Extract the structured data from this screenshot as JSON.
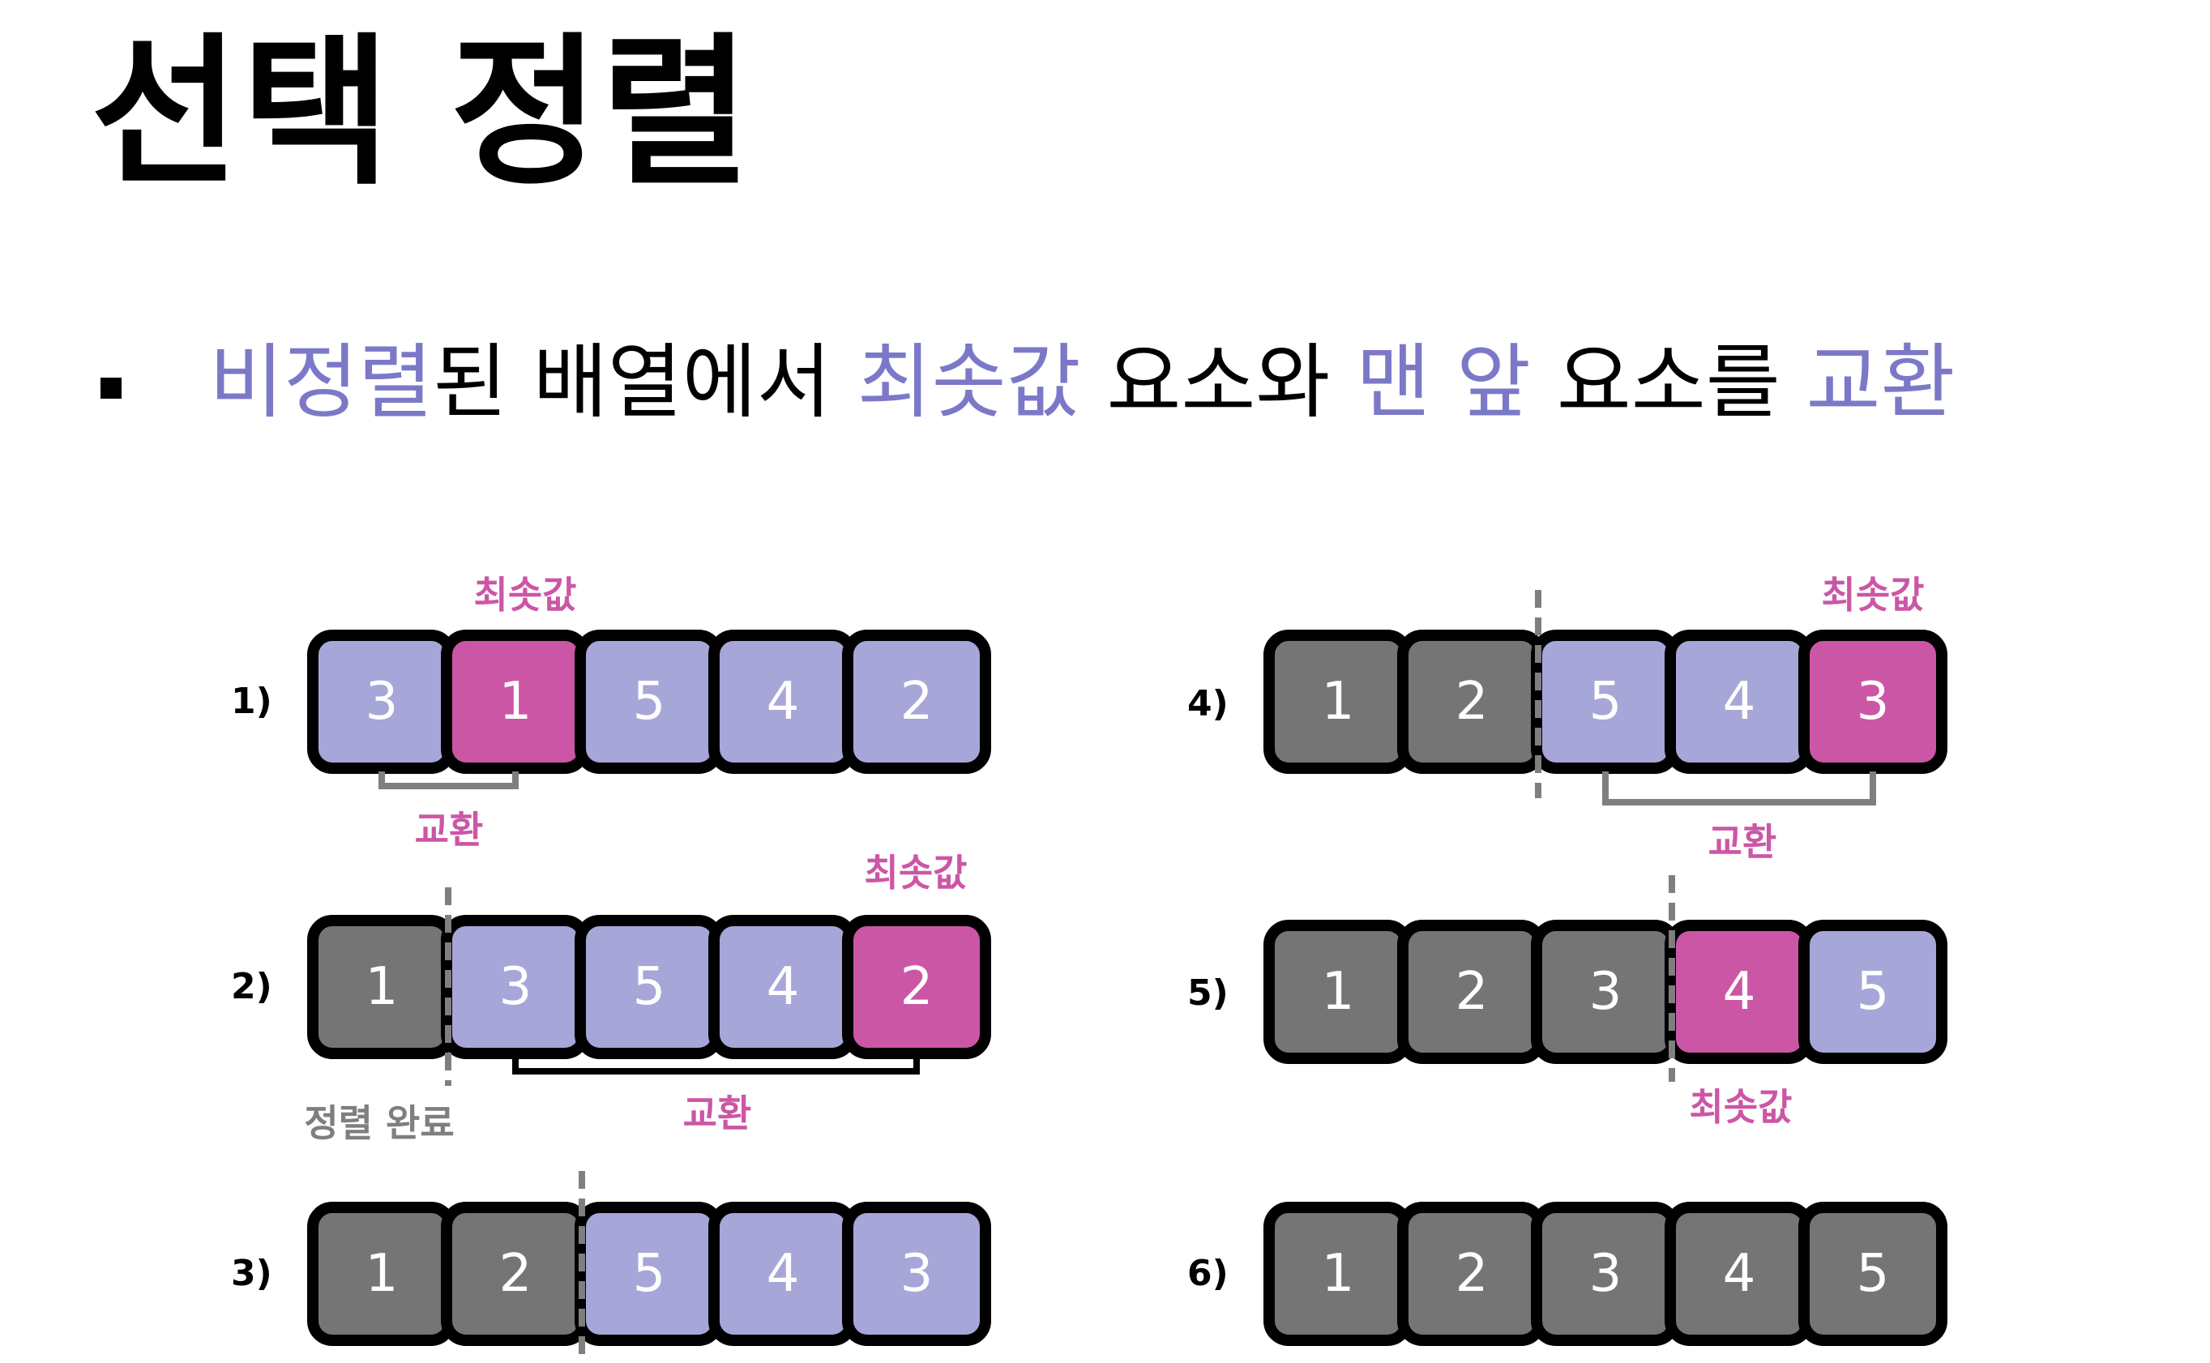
{
  "title": "선택 정렬",
  "subtitle": {
    "parts": [
      {
        "text": "비정렬",
        "hl": true
      },
      {
        "text": "된 배열에서 ",
        "hl": false
      },
      {
        "text": "최솟값",
        "hl": true
      },
      {
        "text": " 요소와 ",
        "hl": false
      },
      {
        "text": "맨 앞",
        "hl": true
      },
      {
        "text": " 요소를 ",
        "hl": false
      },
      {
        "text": "교환",
        "hl": true
      }
    ]
  },
  "colors": {
    "unsorted": "#a6a6d8",
    "minimum": "#cc56a6",
    "sorted": "#757575",
    "border": "#000000",
    "highlight_text": "#7b79c7",
    "min_label": "#cc56a6",
    "swap_label_pink": "#cc56a6",
    "swap_label_gray": "#7f7f7f",
    "sorted_label": "#7f7f7f"
  },
  "labels": {
    "minimum": "최솟값",
    "swap": "교환",
    "sorted_done": "정렬 완료"
  },
  "steps": [
    {
      "label": "1)",
      "values": [
        3,
        1,
        5,
        4,
        2
      ],
      "states": [
        "unsorted",
        "minimum",
        "unsorted",
        "unsorted",
        "unsorted"
      ]
    },
    {
      "label": "2)",
      "values": [
        1,
        3,
        5,
        4,
        2
      ],
      "states": [
        "sorted",
        "unsorted",
        "unsorted",
        "unsorted",
        "minimum"
      ]
    },
    {
      "label": "3)",
      "values": [
        1,
        2,
        5,
        4,
        3
      ],
      "states": [
        "sorted",
        "sorted",
        "unsorted",
        "unsorted",
        "unsorted"
      ]
    },
    {
      "label": "4)",
      "values": [
        1,
        2,
        5,
        4,
        3
      ],
      "states": [
        "sorted",
        "sorted",
        "unsorted",
        "unsorted",
        "minimum"
      ]
    },
    {
      "label": "5)",
      "values": [
        1,
        2,
        3,
        4,
        5
      ],
      "states": [
        "sorted",
        "sorted",
        "sorted",
        "minimum",
        "unsorted"
      ]
    },
    {
      "label": "6)",
      "values": [
        1,
        2,
        3,
        4,
        5
      ],
      "states": [
        "sorted",
        "sorted",
        "sorted",
        "sorted",
        "sorted"
      ]
    }
  ]
}
